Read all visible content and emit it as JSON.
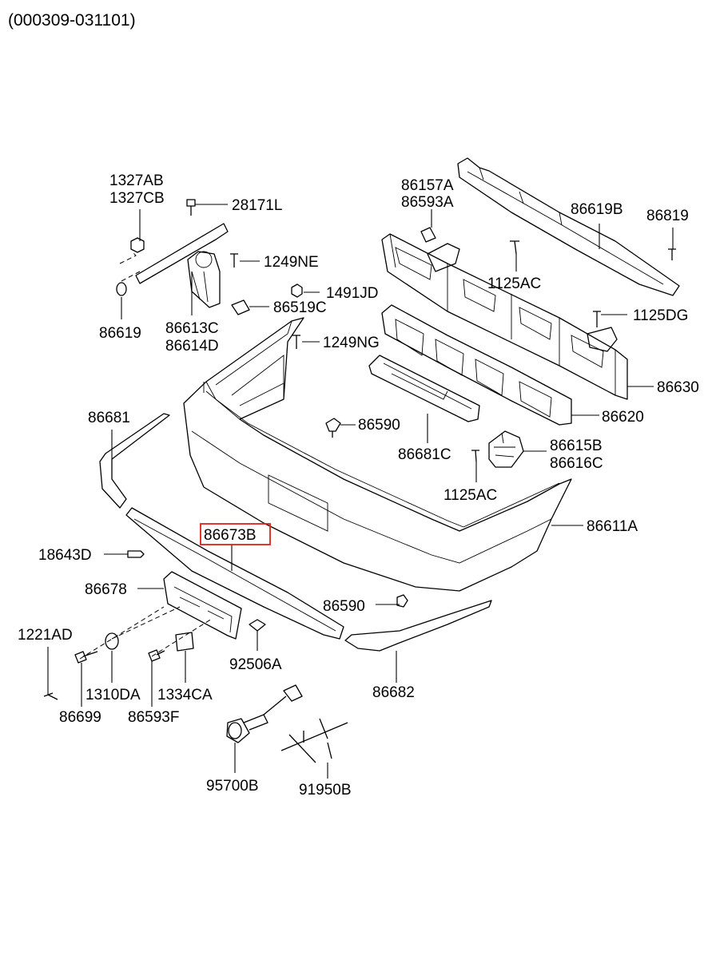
{
  "header": {
    "date_range": "(000309-031101)"
  },
  "highlighted_part": "86673B",
  "labels": {
    "p1327AB": "1327AB",
    "p1327CB": "1327CB",
    "p28171L": "28171L",
    "p1249NE": "1249NE",
    "p1491JD": "1491JD",
    "p86519C": "86519C",
    "p86619": "86619",
    "p86613C": "86613C",
    "p86614D": "86614D",
    "p1249NG": "1249NG",
    "p86157A": "86157A",
    "p86593A": "86593A",
    "p86619B": "86619B",
    "p86819": "86819",
    "p1125AC_top": "1125AC",
    "p1125DG": "1125DG",
    "p86630": "86630",
    "p86620": "86620",
    "p86590_top": "86590",
    "p86681C": "86681C",
    "p86615B": "86615B",
    "p86616C": "86616C",
    "p1125AC_mid": "1125AC",
    "p86681": "86681",
    "p86611A": "86611A",
    "p86673B": "86673B",
    "p18643D": "18643D",
    "p86678": "86678",
    "p86590_bot": "86590",
    "p1221AD": "1221AD",
    "p92506A": "92506A",
    "p1310DA": "1310DA",
    "p1334CA": "1334CA",
    "p86682": "86682",
    "p86699": "86699",
    "p86593F": "86593F",
    "p95700B": "95700B",
    "p91950B": "91950B"
  }
}
